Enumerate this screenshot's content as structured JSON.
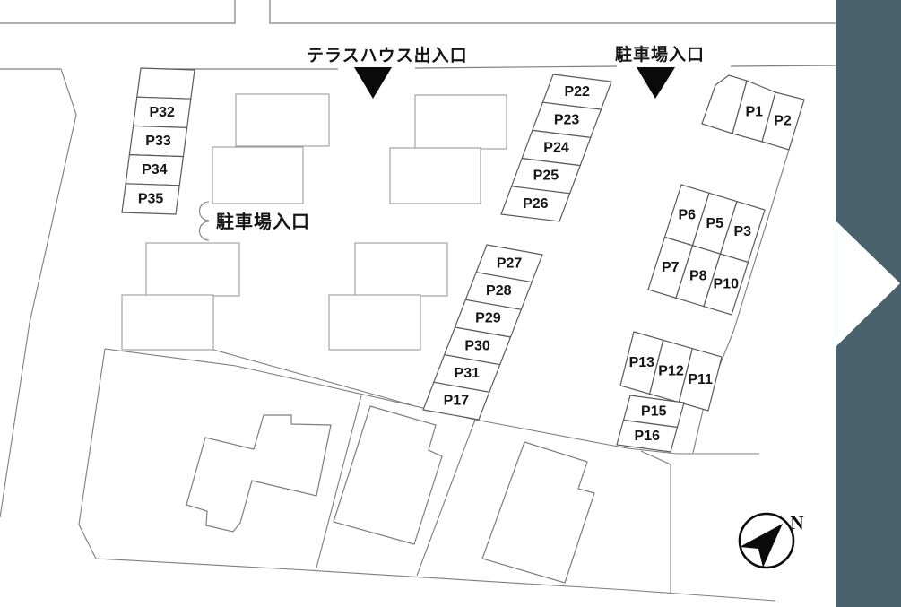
{
  "labels": {
    "terrace_entrance": "テラスハウス出入口",
    "parking_entrance_top": "駐車場入口",
    "parking_entrance_side": "駐車場入口",
    "compass_north": "N"
  },
  "colors": {
    "banner": "#4a616e",
    "map_line": "#7d7d7d",
    "road_line": "#808080",
    "building_line": "#9b9b9b",
    "parking_line": "#5a5a5a",
    "text": "#151515",
    "marker": "#0b0b0b"
  },
  "parking": {
    "strips": [
      {
        "id": "west-column",
        "cells": [
          "",
          "P32",
          "P33",
          "P34",
          "P35"
        ]
      },
      {
        "id": "north-center-column",
        "cells": [
          "P22",
          "P23",
          "P24",
          "P25",
          "P26"
        ]
      },
      {
        "id": "south-center-column",
        "cells": [
          "P27",
          "P28",
          "P29",
          "P30",
          "P31",
          "P17"
        ]
      },
      {
        "id": "northeast-row",
        "cells": [
          "",
          "P1",
          "P2"
        ]
      },
      {
        "id": "east-grid",
        "cells": [
          "P6",
          "P5",
          "P3",
          "P7",
          "P8",
          "P10"
        ]
      },
      {
        "id": "east-row",
        "cells": [
          "P13",
          "P12",
          "P11"
        ]
      },
      {
        "id": "east-stack",
        "cells": [
          "P15",
          "P16"
        ]
      }
    ]
  }
}
